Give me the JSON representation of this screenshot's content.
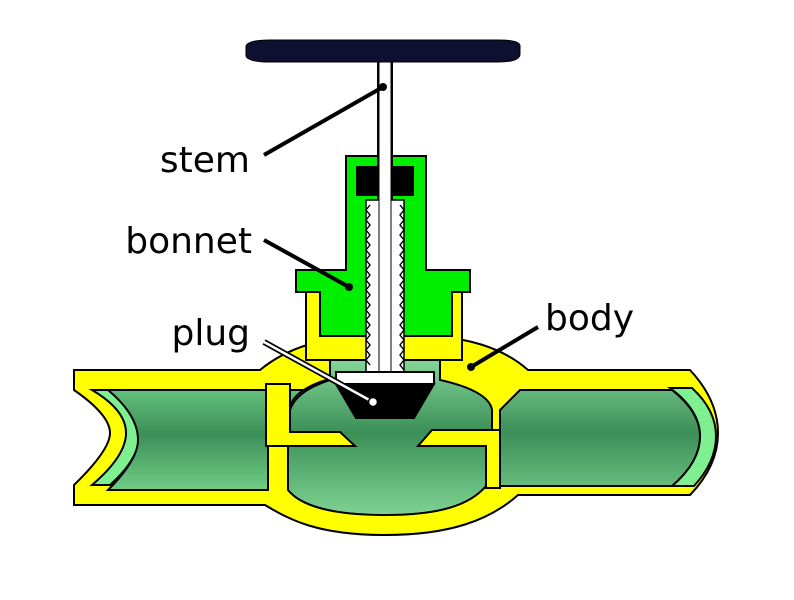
{
  "labels": {
    "stem": "stem",
    "bonnet": "bonnet",
    "plug": "plug",
    "body": "body"
  },
  "colors": {
    "body_yellow": "#ffff00",
    "bonnet_green": "#00ee00",
    "fluid_dark": "#3b8f57",
    "fluid_light": "#7fd98f",
    "pipe_end": "#7ff08f",
    "handwheel": "#0d1030",
    "packing": "#000000",
    "stem": "#ffffff",
    "outline": "#000000"
  }
}
